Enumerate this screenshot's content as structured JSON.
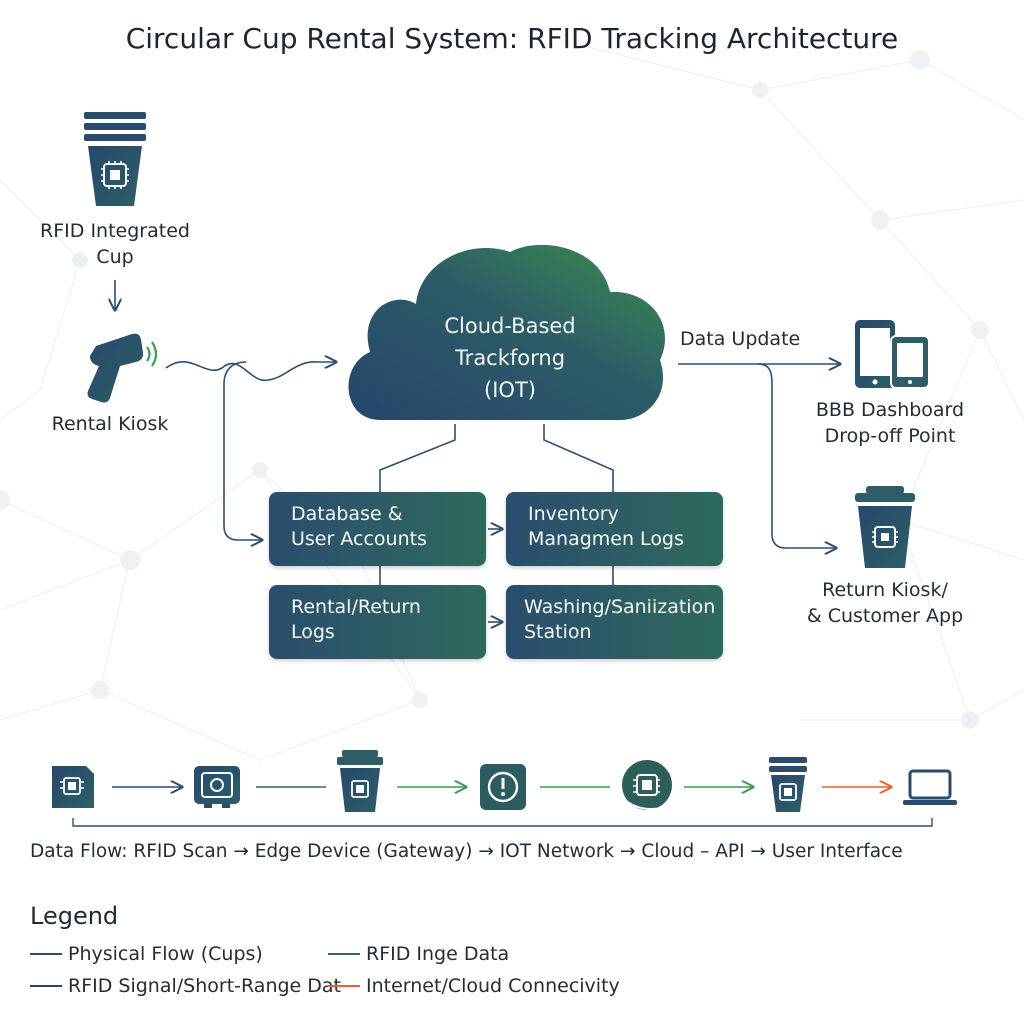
{
  "title": "Circular Cup Rental System: RFID Tracking Architecture",
  "nodes": {
    "rfid_cup": {
      "line1": "RFID Integrated",
      "line2": "Cup"
    },
    "rental_kiosk": {
      "label": "Rental Kiosk"
    },
    "cloud": {
      "line1": "Cloud-Based",
      "line2": "Trackforng",
      "line3": "(IOT)"
    },
    "data_update": {
      "label": "Data Update"
    },
    "dashboard": {
      "line1": "BBB Dashboard",
      "line2": "Drop-off Point"
    },
    "return_kiosk": {
      "line1": "Return Kiosk/",
      "line2": "& Customer App"
    }
  },
  "boxes": {
    "database": {
      "line1": "Database &",
      "line2": "User Accounts"
    },
    "inventory": {
      "line1": "Inventory",
      "line2": "Managmen Logs"
    },
    "rental_logs": {
      "line1": "Rental/Return",
      "line2": "Logs"
    },
    "washing": {
      "line1": "Washing/Saniization",
      "line2": "Station"
    }
  },
  "pipeline": {
    "icons": [
      "chip-document-icon",
      "gateway-device-icon",
      "chip-cup-icon",
      "alert-icon",
      "chip-cloud-icon",
      "chip-cup-stack-icon",
      "laptop-icon"
    ],
    "caption": "Data Flow: RFID Scan → Edge Device (Gateway) → IOT Network → Cloud – API → User Interface"
  },
  "legend": {
    "title": "Legend",
    "items": [
      {
        "label": "Physical Flow (Cups)",
        "color": "#2d4f6e"
      },
      {
        "label": "RFID Inge Data",
        "color": "#3b6266"
      },
      {
        "label": "RFID Signal/Short-Range Dat",
        "color": "#23486b"
      },
      {
        "label": "Internet/Cloud Connecivity",
        "color": "#e2672c"
      }
    ]
  },
  "colors": {
    "navy": "#244a6b",
    "green": "#3f9a55",
    "orange": "#e2672c",
    "cloud_dark": "#284a6e",
    "cloud_light": "#3a8a57"
  }
}
